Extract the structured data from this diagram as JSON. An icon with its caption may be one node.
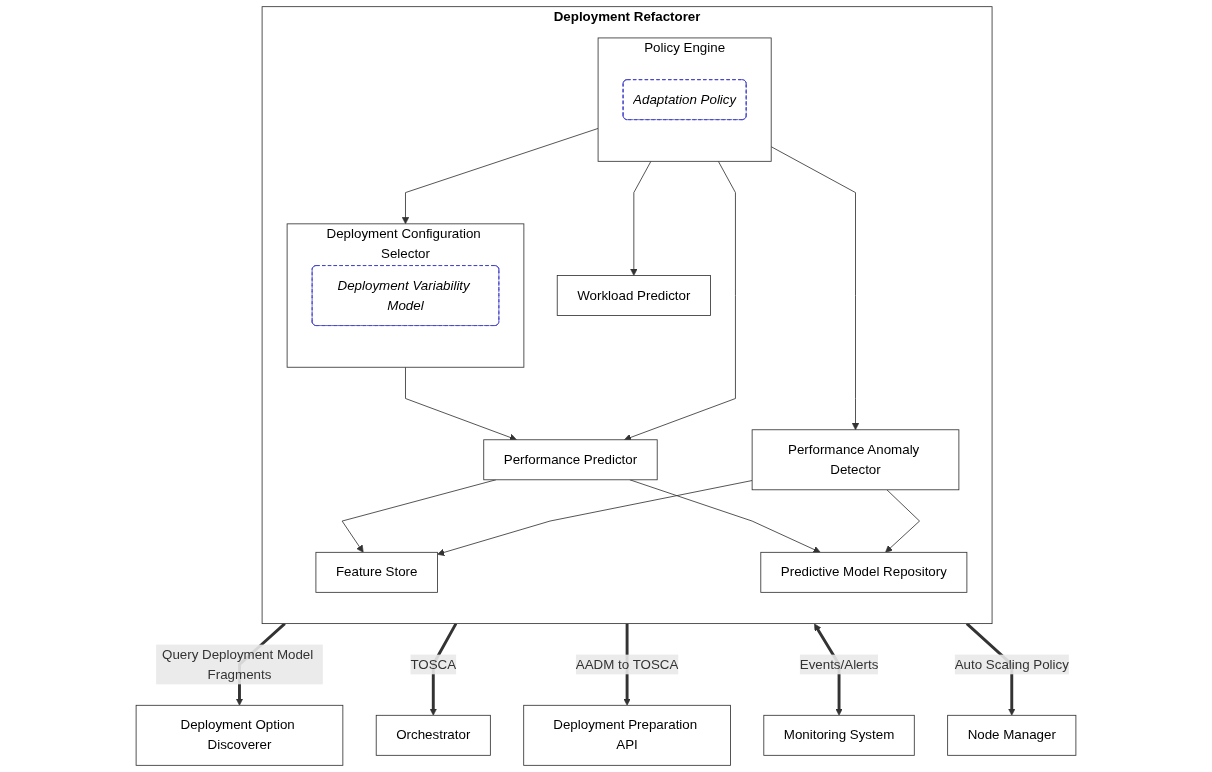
{
  "diagram": {
    "nodes": [
      {
        "text": [
          "Deployment Refactorer"
        ]
      },
      {
        "text": [
          "Feature Store"
        ],
        "in": 0
      },
      {
        "text": [
          "Predictive Model Repository"
        ],
        "in": 0
      },
      {
        "text": [
          "Performance Predictor"
        ],
        "in": 0
      },
      {
        "text": [
          "Deployment Configuration Selector"
        ],
        "in": 0
      },
      {
        "text": [
          "Deployment Variability Model"
        ],
        "in": 4
      },
      {
        "text": [
          "Performance Anomaly Detector"
        ],
        "in": 0
      },
      {
        "text": [
          "Workload Predictor"
        ],
        "in": 0
      },
      {
        "text": [
          "Policy Engine"
        ],
        "in": 0
      },
      {
        "text": [
          "Adaptation Policy"
        ],
        "in": 8
      },
      {
        "text": [
          "Deployment Option Discoverer"
        ]
      },
      {
        "text": [
          "Orchestrator"
        ]
      },
      {
        "text": [
          "Deployment Preparation API"
        ]
      },
      {
        "text": [
          "Monitoring System"
        ]
      },
      {
        "text": [
          "Node Manager"
        ]
      }
    ],
    "edges": [
      {
        "from": 3,
        "to": 1,
        "arrow": "to"
      },
      {
        "from": 3,
        "to": 2,
        "arrow": "to"
      },
      {
        "from": 4,
        "to": 3,
        "arrow": "to"
      },
      {
        "from": 6,
        "to": 1,
        "arrow": "to"
      },
      {
        "from": 6,
        "to": 2,
        "arrow": "to"
      },
      {
        "from": 8,
        "to": 3,
        "arrow": "to"
      },
      {
        "from": 8,
        "to": 4,
        "arrow": "to"
      },
      {
        "from": 8,
        "to": 6,
        "arrow": "to"
      },
      {
        "from": 8,
        "to": 7,
        "arrow": "to"
      },
      {
        "from": 0,
        "to": 10,
        "arrow": "to",
        "label": "Query Deployment Model Fragments",
        "style": "thick"
      },
      {
        "from": 0,
        "to": 11,
        "arrow": "to",
        "label": "TOSCA",
        "style": "thick"
      },
      {
        "from": 0,
        "to": 12,
        "arrow": "to",
        "label": "AADM to TOSCA",
        "style": "thick"
      },
      {
        "from": 0,
        "to": 13,
        "arrow": "both",
        "label": "Events/Alerts",
        "style": "thick"
      },
      {
        "from": 0,
        "to": 14,
        "arrow": "to",
        "label": "Auto Scaling Policy",
        "style": "thick"
      }
    ]
  }
}
